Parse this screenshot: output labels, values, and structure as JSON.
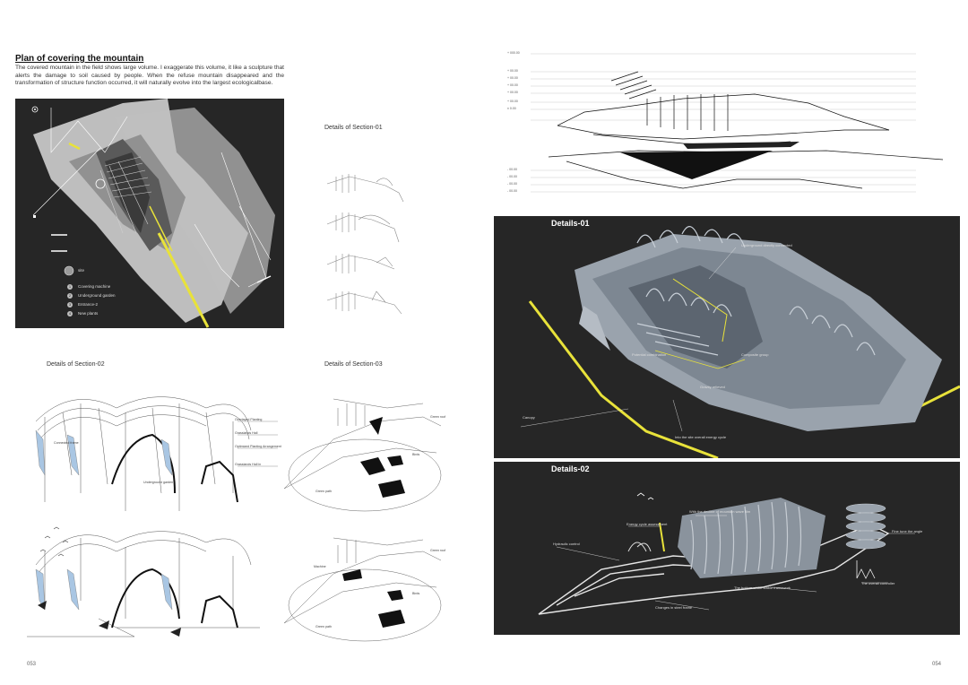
{
  "left_page": {
    "title": "Plan of covering the mountain",
    "intro": "The covered mountain in the field shows large volume. I exaggerate this volume, it like a sculpture that alerts the damage to soil caused by people. When the refuse mountain disappeared and the transformation of structure function occurred, it will naturally evolve into the largest ecologicalbase.",
    "plan_legend": {
      "title": "site",
      "items": [
        {
          "num": "1",
          "label": "Covering machine"
        },
        {
          "num": "2",
          "label": "Underground garden"
        },
        {
          "num": "3",
          "label": "Entrance-2"
        },
        {
          "num": "4",
          "label": "New plants"
        }
      ]
    },
    "section01_caption": "Details of Section-01",
    "section02_caption": "Details of Section-02",
    "section03_caption": "Details of Section-03",
    "section02_notes": [
      "Overlayed Planting",
      "Grasslands Hall",
      "Optimized Planting Arrangement",
      "Grasslands Hall in",
      "Connected frame",
      "Underground garden"
    ],
    "section03_notes": [
      "Green roof",
      "Green roof",
      "Birds",
      "Birds",
      "Green path",
      "Green path",
      "Machine"
    ],
    "page_number": "053"
  },
  "right_page": {
    "elevation_labels": [
      "+ 000.00",
      "+ 00.00",
      "+ 00.00",
      "+ 00.00",
      "+ 00.00",
      "+ 00.00",
      "± 0.00",
      "- 00.00",
      "- 00.00",
      "- 00.00",
      "- 00.00"
    ],
    "details01": {
      "caption": "Details-01",
      "notes": [
        "Underground directly connected",
        "Potential combination",
        "Composite group",
        "Gravity relieved",
        "Canopy",
        "Into the site overall energy cycle"
      ]
    },
    "details02": {
      "caption": "Details-02",
      "notes": [
        "Energy cycle assessment",
        "With the decline of mountain wave film",
        "Hydraulic control",
        "Fine tune the angle",
        "The overall controller",
        "The bottom of the stable framework",
        "Changes in steel frame"
      ]
    },
    "page_number": "054"
  },
  "colors": {
    "dark_panel": "#262626",
    "accent_yellow": "#e8e23a",
    "render_grey": "#9aa3ad"
  }
}
